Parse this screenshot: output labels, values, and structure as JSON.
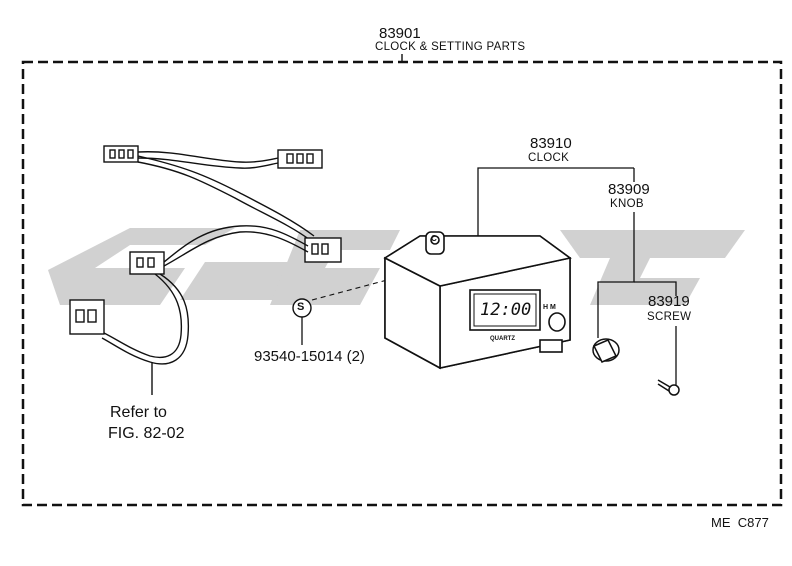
{
  "assembly": {
    "part_number": "83901",
    "name": "CLOCK & SETTING PARTS"
  },
  "parts": [
    {
      "part_number": "83910",
      "name": "CLOCK"
    },
    {
      "part_number": "83909",
      "name": "KNOB"
    },
    {
      "part_number": "83919",
      "name": "SCREW"
    }
  ],
  "fastener": {
    "callout_symbol": "S",
    "part_number_qty": "93540-15014 (2)"
  },
  "reference": {
    "line1": "Refer to",
    "line2": "FIG. 82-02"
  },
  "clock_face": {
    "time": "12:00",
    "brand": "QUARTZ",
    "buttons": "H M"
  },
  "bracket_mark": "C",
  "catalog_code": "ME  C877",
  "colors": {
    "line": "#111111",
    "watermark": "#c9c9c9"
  }
}
